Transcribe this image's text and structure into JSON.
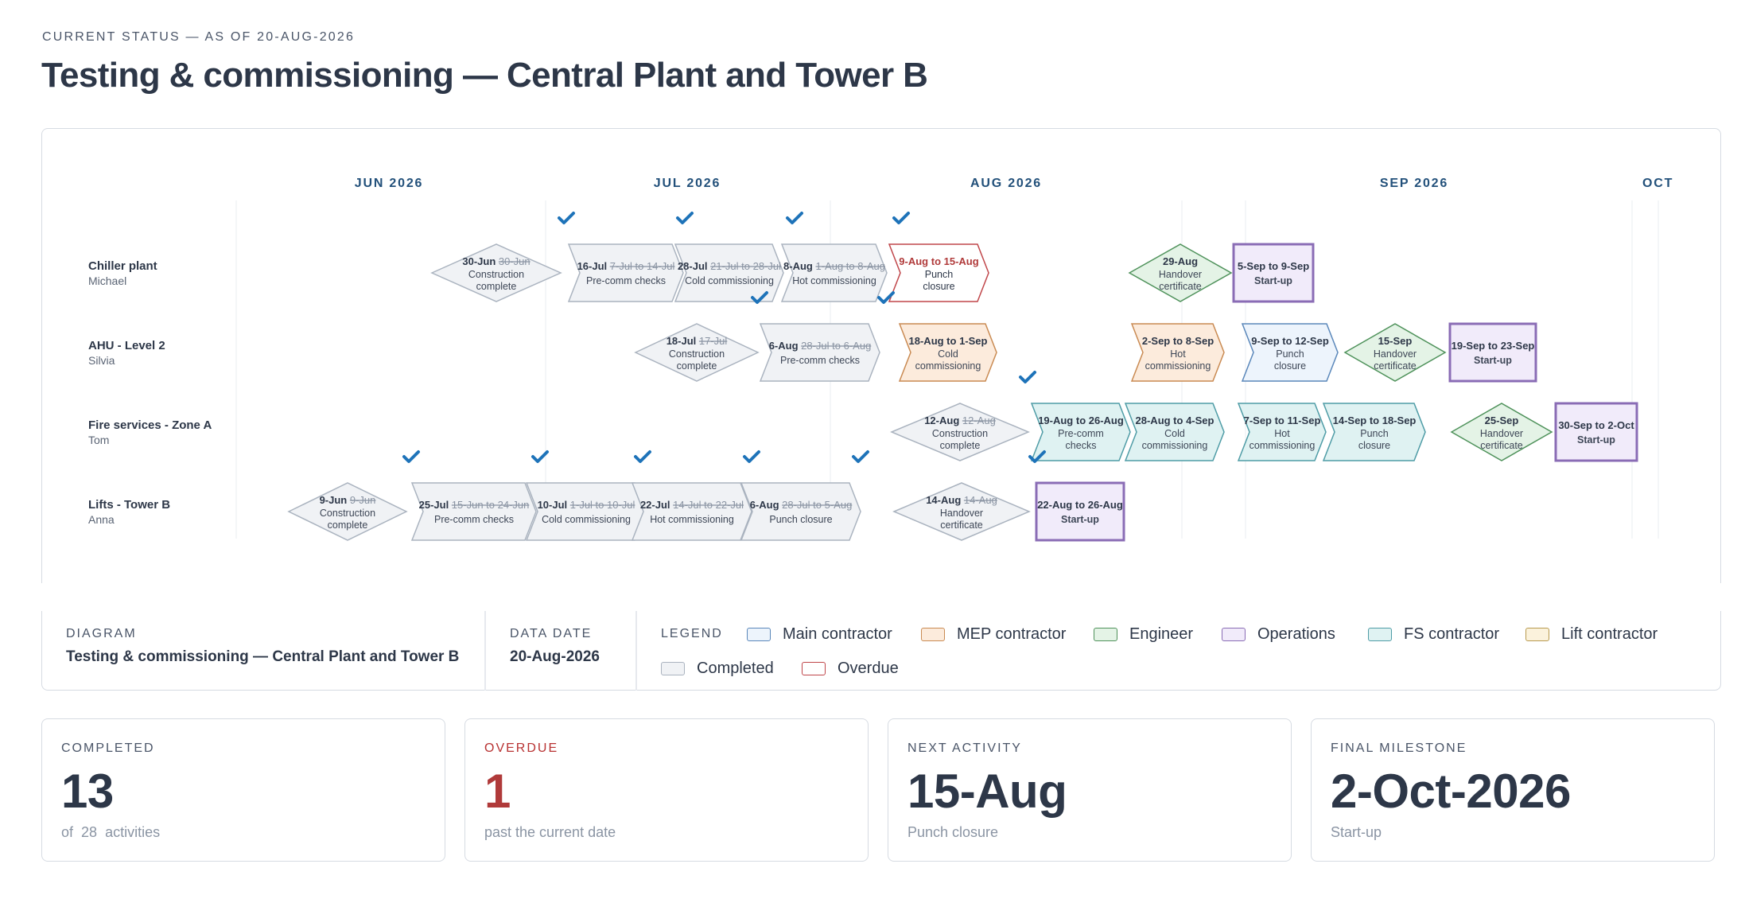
{
  "header": {
    "eyebrow": "CURRENT STATUS — AS OF 20-AUG-2026",
    "title": "Testing & commissioning — Central Plant and Tower B"
  },
  "months": [
    {
      "label": "JUN 2026"
    },
    {
      "label": "JUL 2026"
    },
    {
      "label": "AUG 2026"
    },
    {
      "label": "SEP 2026"
    },
    {
      "label": "OCT"
    }
  ],
  "colors": {
    "main_contractor": {
      "fill": "#edf4fc",
      "stroke": "#5a87ba"
    },
    "mep_contractor": {
      "fill": "#fcebdc",
      "stroke": "#c98a52"
    },
    "engineer": {
      "fill": "#e4f3e6",
      "stroke": "#4f925b"
    },
    "operations": {
      "fill": "#f1ebfa",
      "stroke": "#8a6cb5"
    },
    "fs_contractor": {
      "fill": "#dff2f2",
      "stroke": "#4f9ca6"
    },
    "lift_contractor": {
      "fill": "#fbf2dc",
      "stroke": "#b89a4f"
    },
    "completed": {
      "fill": "#f0f2f5",
      "stroke": "#aab3bf"
    },
    "overdue": {
      "fill": "#ffffff",
      "stroke": "#c0464a"
    },
    "check": "#1e73b9",
    "month_label": "#22507a"
  },
  "rows": [
    {
      "name": "Chiller plant",
      "owner": "Michael",
      "items": [
        {
          "shape": "diamond",
          "date": "30-Jun",
          "baseline": "30-Jun",
          "label": "Construction complete",
          "status": "completed"
        },
        {
          "shape": "chevron",
          "date": "16-Jul",
          "baseline": "7-Jul to 14-Jul",
          "label": "Pre-comm checks",
          "status": "completed"
        },
        {
          "shape": "chevron",
          "date": "28-Jul",
          "baseline": "21-Jul to 28-Jul",
          "label": "Cold commissioning",
          "status": "completed"
        },
        {
          "shape": "chevron",
          "date": "8-Aug",
          "baseline": "1-Aug to 8-Aug",
          "label": "Hot commissioning",
          "status": "completed"
        },
        {
          "shape": "chevron",
          "date": "9-Aug to 15-Aug",
          "label": "Punch closure",
          "status": "overdue"
        },
        {
          "shape": "diamond",
          "date": "29-Aug",
          "label": "Handover certificate",
          "status": "engineer"
        },
        {
          "shape": "rect",
          "date": "5-Sep to 9-Sep",
          "label": "Start-up",
          "status": "operations"
        }
      ]
    },
    {
      "name": "AHU - Level 2",
      "owner": "Silvia",
      "items": [
        {
          "shape": "diamond",
          "date": "18-Jul",
          "baseline": "17-Jul",
          "label": "Construction complete",
          "status": "completed"
        },
        {
          "shape": "chevron",
          "date": "6-Aug",
          "baseline": "28-Jul to 6-Aug",
          "label": "Pre-comm checks",
          "status": "completed"
        },
        {
          "shape": "chevron",
          "date": "18-Aug to 1-Sep",
          "label": "Cold commissioning",
          "status": "mep_contractor"
        },
        {
          "shape": "chevron",
          "date": "2-Sep to 8-Sep",
          "label": "Hot commissioning",
          "status": "mep_contractor"
        },
        {
          "shape": "chevron",
          "date": "9-Sep to 12-Sep",
          "label": "Punch closure",
          "status": "main_contractor"
        },
        {
          "shape": "diamond",
          "date": "15-Sep",
          "label": "Handover certificate",
          "status": "engineer"
        },
        {
          "shape": "rect",
          "date": "19-Sep to 23-Sep",
          "label": "Start-up",
          "status": "operations"
        }
      ]
    },
    {
      "name": "Fire services - Zone A",
      "owner": "Tom",
      "items": [
        {
          "shape": "diamond",
          "date": "12-Aug",
          "baseline": "12-Aug",
          "label": "Construction complete",
          "status": "completed"
        },
        {
          "shape": "chevron",
          "date": "19-Aug to 26-Aug",
          "label": "Pre-comm checks",
          "status": "fs_contractor"
        },
        {
          "shape": "chevron",
          "date": "28-Aug to 4-Sep",
          "label": "Cold commissioning",
          "status": "fs_contractor"
        },
        {
          "shape": "chevron",
          "date": "7-Sep to 11-Sep",
          "label": "Hot commissioning",
          "status": "fs_contractor"
        },
        {
          "shape": "chevron",
          "date": "14-Sep to 18-Sep",
          "label": "Punch closure",
          "status": "fs_contractor"
        },
        {
          "shape": "diamond",
          "date": "25-Sep",
          "label": "Handover certificate",
          "status": "engineer"
        },
        {
          "shape": "rect",
          "date": "30-Sep to 2-Oct",
          "label": "Start-up",
          "status": "operations"
        }
      ]
    },
    {
      "name": "Lifts - Tower B",
      "owner": "Anna",
      "items": [
        {
          "shape": "diamond",
          "date": "9-Jun",
          "baseline": "9-Jun",
          "label": "Construction complete",
          "status": "completed"
        },
        {
          "shape": "chevron",
          "date": "25-Jul",
          "baseline": "15-Jun to 24-Jun",
          "label": "Pre-comm checks",
          "status": "completed"
        },
        {
          "shape": "chevron",
          "date": "10-Jul",
          "baseline": "1-Jul to 10-Jul",
          "label": "Cold commissioning",
          "status": "completed"
        },
        {
          "shape": "chevron",
          "date": "22-Jul",
          "baseline": "14-Jul to 22-Jul",
          "label": "Hot commissioning",
          "status": "completed"
        },
        {
          "shape": "chevron",
          "date": "6-Aug",
          "baseline": "28-Jul to 5-Aug",
          "label": "Punch closure",
          "status": "completed"
        },
        {
          "shape": "diamond",
          "date": "14-Aug",
          "baseline": "14-Aug",
          "label": "Handover certificate",
          "status": "completed"
        },
        {
          "shape": "rect",
          "date": "22-Aug to 26-Aug",
          "label": "Start-up",
          "status": "operations"
        }
      ]
    }
  ],
  "info": {
    "diagram_label": "DIAGRAM",
    "diagram_value": "Testing & commissioning — Central Plant and Tower B",
    "data_date_label": "DATA DATE",
    "data_date_value": "20-Aug-2026",
    "legend_label": "LEGEND",
    "legend": [
      {
        "label": "Main contractor",
        "key": "main_contractor"
      },
      {
        "label": "MEP contractor",
        "key": "mep_contractor"
      },
      {
        "label": "Engineer",
        "key": "engineer"
      },
      {
        "label": "Operations",
        "key": "operations"
      },
      {
        "label": "FS contractor",
        "key": "fs_contractor"
      },
      {
        "label": "Lift contractor",
        "key": "lift_contractor"
      },
      {
        "label": "Completed",
        "key": "completed"
      },
      {
        "label": "Overdue",
        "key": "overdue"
      }
    ]
  },
  "stats": {
    "completed": {
      "label": "COMPLETED",
      "value": "13",
      "sub_prefix": "of",
      "sub_count": "28",
      "sub_suffix": "activities"
    },
    "overdue": {
      "label": "OVERDUE",
      "value": "1",
      "sub": "past the current date"
    },
    "next": {
      "label": "NEXT ACTIVITY",
      "value": "15-Aug",
      "sub": "Punch closure"
    },
    "final": {
      "label": "FINAL MILESTONE",
      "value": "2-Oct-2026",
      "sub": "Start-up"
    }
  }
}
